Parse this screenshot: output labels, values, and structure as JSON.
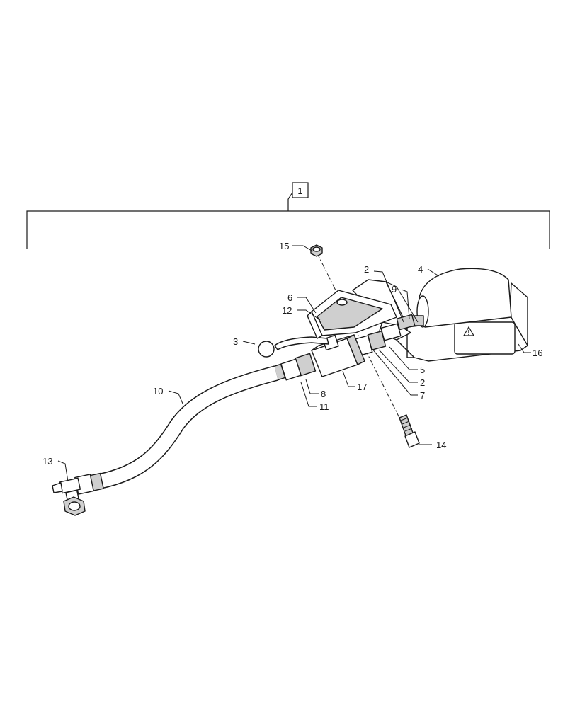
{
  "assembly": {
    "label": "1"
  },
  "callouts": [
    {
      "id": "c15",
      "text": "15"
    },
    {
      "id": "c2a",
      "text": "2"
    },
    {
      "id": "c4",
      "text": "4"
    },
    {
      "id": "c6",
      "text": "6"
    },
    {
      "id": "c9",
      "text": "9"
    },
    {
      "id": "c12",
      "text": "12"
    },
    {
      "id": "c3",
      "text": "3"
    },
    {
      "id": "c16",
      "text": "16"
    },
    {
      "id": "c5",
      "text": "5"
    },
    {
      "id": "c2b",
      "text": "2"
    },
    {
      "id": "c17",
      "text": "17"
    },
    {
      "id": "c8",
      "text": "8"
    },
    {
      "id": "c7",
      "text": "7"
    },
    {
      "id": "c10",
      "text": "10"
    },
    {
      "id": "c11",
      "text": "11"
    },
    {
      "id": "c13",
      "text": "13"
    },
    {
      "id": "c14",
      "text": "14"
    }
  ],
  "icons": {
    "warning_decal": "warning-triangle-icon"
  }
}
